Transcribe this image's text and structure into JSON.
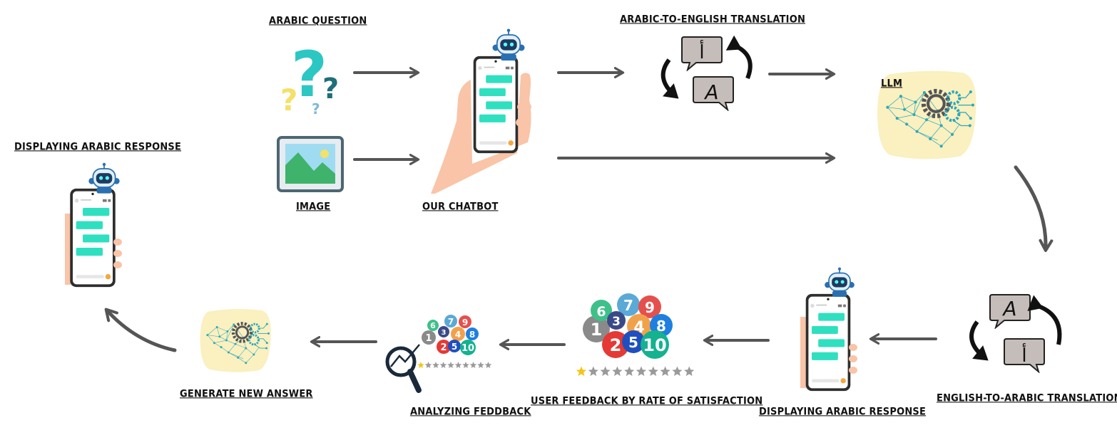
{
  "labels": {
    "arabic_question": "ARABIC QUESTION",
    "image": "IMAGE",
    "our_chatbot": "OUR CHATBOT",
    "ar_en_translation": "ARABIC-TO-ENGLISH TRANSLATION",
    "llm": "LLM",
    "en_ar_translation": "ENGLISH-TO-ARABIC TRANSLATION",
    "displaying_response_bottom": "DISPLAYING ARABIC RESPONSE",
    "user_feedback": "USER FEEDBACK BY RATE OF SATISFACTION",
    "analyzing_feedback": "ANALYZING FEDDBACK",
    "generate_new_answer": "GENERATE NEW ANSWER",
    "displaying_response_left": "DISPLAYING ARABIC RESPONSE"
  },
  "glyphs": {
    "question_mark": "?",
    "arabic_letter": "أ",
    "latin_letter": "A"
  },
  "rating_numbers": [
    "1",
    "2",
    "3",
    "4",
    "5",
    "6",
    "7",
    "8",
    "9",
    "10"
  ],
  "colors": {
    "arrow": "#555555",
    "teal": "#2cc7c3",
    "bubble_green": "#2ee0c0",
    "llm_bg": "#faf0c0",
    "network": "#2aa8b8"
  }
}
